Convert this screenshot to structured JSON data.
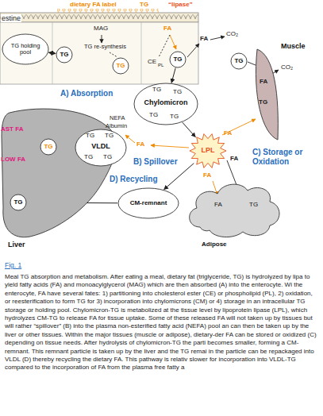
{
  "diagram": {
    "caption": "Meal TG absorption and metabolism. After eating a meal, dietary fat (triglyceride, TG) is hydrolyzed by lipa to yield fatty acids (FA) and monoacylglycerol (MAG) which are then absorbed (A) into the enterocyte. Wi the enterocyte, FA have several fates: 1) partitioning into cholesterol ester (CE) or phospholipid (PL), 2) oxidation, or reesterification to form TG for 3) incorporation into chylomicrons (CM) or 4) storage in an intracellular TG storage or holding pool. Chylomicron-TG is metabolized at the tissue level by lipoprotein lipase (LPL), which hydrolyzes CM-TG to release FA for tissue uptake. Some of these released FA will not taken up by tissues but will rather “spillover” (B) into the plasma non-esterified fatty acid (NEFA) pool an can then be taken up by the liver or other tissues. Within the major tissues (muscle or adipose), dietary-der FA can be stored or oxidized (C) depending on tissue needs. After hydrolysis of chylomicron-TG the parti becomes smaller, forming a CM-remnant. This remnant particle is taken up by the liver and the TG remai in the particle can be repackaged into VLDL (D) thereby recycling the dietary FA. This pathway is relativ slower for incorporation into VLDL-TG compared to the incorporation of FA from the plasma free fatty a",
    "nodes": [
      {
        "text": [
          "TG holding pool"
        ]
      },
      {
        "text": [
          "TG"
        ]
      },
      {
        "text": [
          "TG"
        ]
      },
      {
        "text": [
          "TG"
        ]
      },
      {
        "text": [
          "TG",
          "TG",
          "Chylomicron",
          "TG",
          "TG"
        ]
      },
      {
        "text": [
          "LPL"
        ]
      },
      {
        "text": [
          "CM-remnant"
        ]
      },
      {
        "text": [
          "Liver"
        ]
      },
      {
        "text": [
          "TG",
          "TG",
          "VLDL",
          "TG",
          "TG"
        ],
        "in": 7
      },
      {
        "text": [
          "TG"
        ],
        "in": 7
      },
      {
        "text": [
          "TG"
        ],
        "in": 7
      },
      {
        "text": [
          "Muscle"
        ]
      },
      {
        "text": [
          "TG"
        ]
      },
      {
        "text": [
          "FA",
          "TG",
          "Adipose"
        ]
      }
    ],
    "edges": [
      {
        "from": 3,
        "to": 4,
        "arrow": "to"
      },
      {
        "from": 4,
        "to": 5,
        "arrow": "to"
      },
      {
        "from": 5,
        "to": 6,
        "arrow": "to"
      },
      {
        "from": 6,
        "to": 10,
        "arrow": "to"
      },
      {
        "from": 9,
        "to": 8,
        "arrow": "to"
      },
      {
        "from": 0,
        "to": 1,
        "arrow": "both"
      }
    ],
    "labels": [
      "dietary FA label",
      "TG",
      "“lipase”",
      "estine",
      "MAG",
      "FA",
      "TG re-synthesis",
      "CE",
      "PL",
      "FA",
      "CO₂",
      "CO₂",
      "FA",
      "TG",
      "A) Absorption",
      "NEFA",
      "Albumin",
      "FA",
      "B) Spillover",
      "FA",
      "FA",
      "FA",
      "C) Storage or Oxidation",
      "D) Recycling",
      "AST FA",
      "LOW FA",
      "Fig. 1"
    ]
  }
}
